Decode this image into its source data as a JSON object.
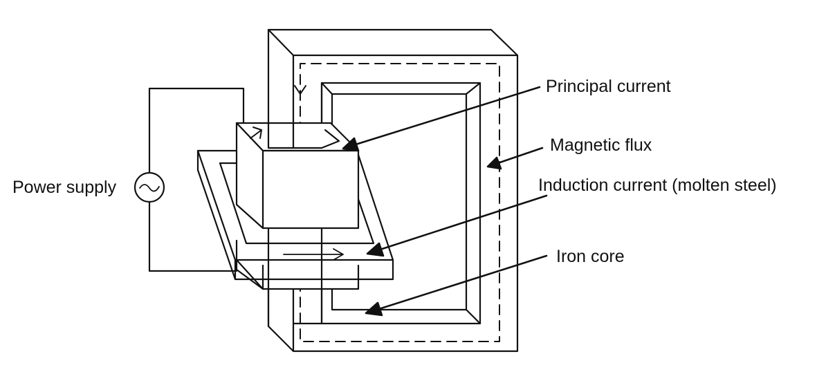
{
  "labels": {
    "principal_current": "Principal current",
    "magnetic_flux": "Magnetic flux",
    "induction_current": "Induction current (molten steel)",
    "iron_core": "Iron core",
    "power_supply": "Power supply"
  },
  "colors": {
    "ink": "#111111",
    "background": "#ffffff"
  }
}
